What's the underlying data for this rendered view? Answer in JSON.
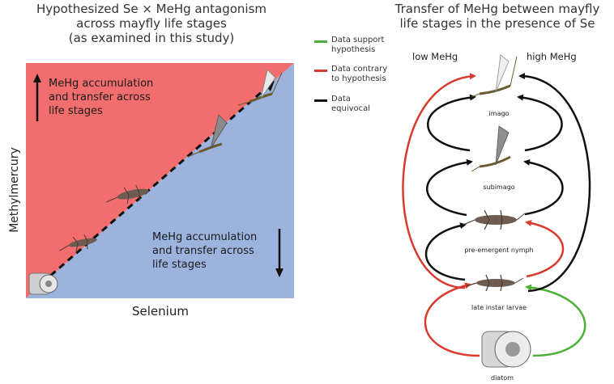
{
  "left_panel": {
    "title_lines": [
      "Hypothesized Se × MeHg antagonism",
      "across mayfly life stages",
      "(as examined in this study)"
    ],
    "upper_text_lines": [
      "MeHg accumulation",
      "and transfer across",
      "life stages"
    ],
    "lower_text_lines": [
      "MeHg accumulation",
      "and transfer across",
      "life stages"
    ],
    "y_axis_label": "Methylmercury",
    "x_axis_label": "Selenium",
    "colors": {
      "upper_region": "#f26d6d",
      "lower_region": "#9bb3dd"
    }
  },
  "right_panel": {
    "title_lines": [
      "Transfer of MeHg between mayfly",
      "life stages in the presence of Se"
    ],
    "low_label": "low MeHg",
    "high_label": "high MeHg",
    "stages": [
      "imago",
      "subimago",
      "pre-emergent nymph",
      "late instar larvae",
      "diatom"
    ]
  },
  "legend": [
    {
      "lines": [
        "Data support",
        "hypothesis"
      ],
      "color": "#4caf37"
    },
    {
      "lines": [
        "Data contrary",
        "to hypothesis"
      ],
      "color": "#d83a2e"
    },
    {
      "lines": [
        "Data",
        "equivocal"
      ],
      "color": "#111111"
    }
  ]
}
